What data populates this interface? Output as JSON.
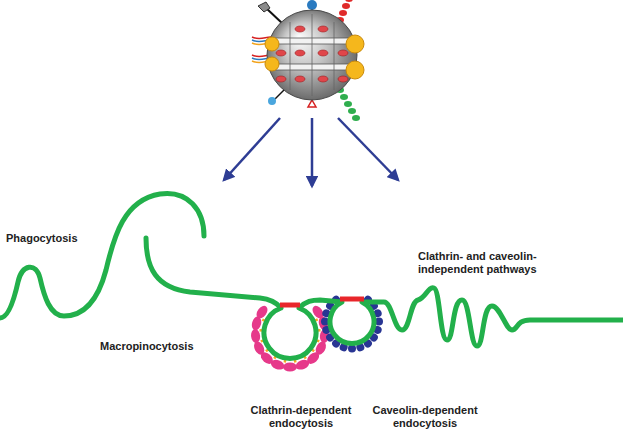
{
  "diagram": {
    "labels": [
      "Phagocytosis",
      "Macropinocytosis",
      "Clathrin-dependent endocytosis",
      "Caveolin-dependent endocytosis",
      "Clathrin- and caveolin-independent pathways"
    ]
  }
}
